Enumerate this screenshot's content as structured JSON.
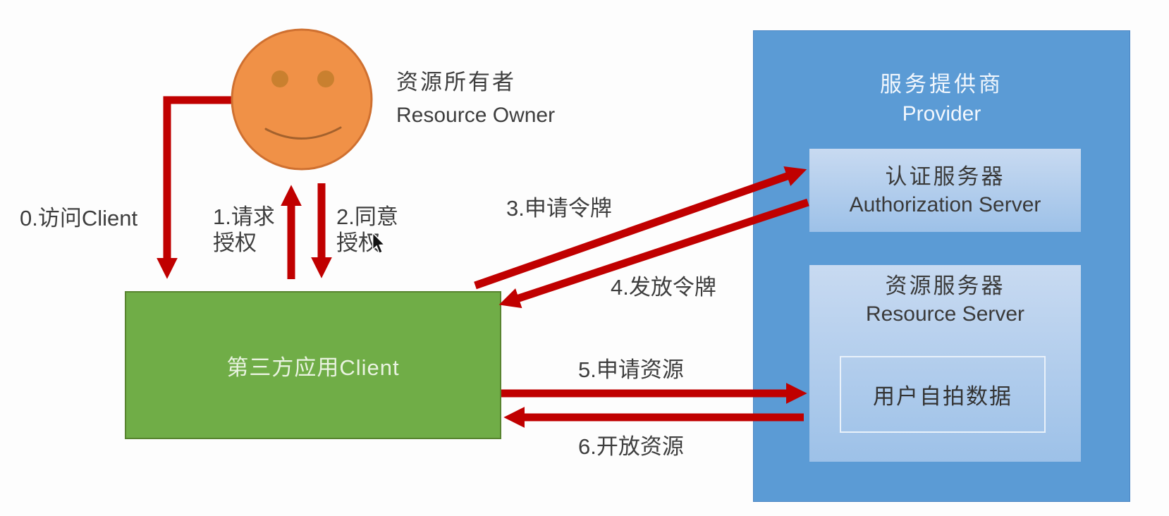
{
  "colors": {
    "arrow_red": "#c00000",
    "panel_blue": "#5b9bd5",
    "panel_border": "#4c86c4",
    "box_blue_top": "#c8daf1",
    "box_blue_bottom": "#9dc1e8",
    "data_box_border": "#e9f1fa",
    "green_fill": "#70ad47",
    "green_border": "#57832f",
    "green_text": "#e9f3e0",
    "face_fill": "#f09147",
    "face_border": "#cf7030",
    "eye_fill": "#c9802f",
    "smile_stroke": "#a3612d",
    "label_text": "#3e3e3e",
    "box_text": "#3a3a3a",
    "light_text": "#f2f7fd"
  },
  "resource_owner": {
    "label_zh": "资源所有者",
    "label_en": "Resource Owner"
  },
  "client": {
    "label": "第三方应用Client"
  },
  "provider": {
    "label_zh": "服务提供商",
    "label_en": "Provider"
  },
  "auth_server": {
    "label_zh": "认证服务器",
    "label_en": "Authorization Server"
  },
  "resource_server": {
    "label_zh": "资源服务器",
    "label_en": "Resource Server"
  },
  "user_data": {
    "label": "用户自拍数据"
  },
  "flows": {
    "f0": {
      "label": "0.访问Client"
    },
    "f1": {
      "label": "1.请求\n授权"
    },
    "f2": {
      "label": "2.同意\n授权"
    },
    "f3": {
      "label": "3.申请令牌"
    },
    "f4": {
      "label": "4.发放令牌"
    },
    "f5": {
      "label": "5.申请资源"
    },
    "f6": {
      "label": "6.开放资源"
    }
  }
}
